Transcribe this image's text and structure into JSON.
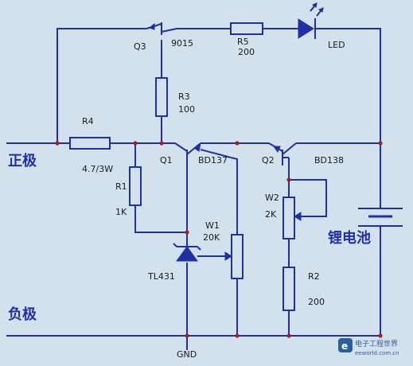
{
  "terminals": {
    "positive": "正极",
    "negative": "负极",
    "ground": "GND",
    "battery": "锂电池"
  },
  "components": {
    "q3": {
      "ref": "Q3",
      "part": "9015"
    },
    "r5": {
      "ref": "R5",
      "value": "200"
    },
    "led": {
      "ref": "LED"
    },
    "r3": {
      "ref": "R3",
      "value": "100"
    },
    "r4": {
      "ref": "R4",
      "value": "4.7/3W"
    },
    "q1": {
      "ref": "Q1",
      "part": "BD137"
    },
    "q2": {
      "ref": "Q2",
      "part": "BD138"
    },
    "r1": {
      "ref": "R1",
      "value": "1K"
    },
    "w2": {
      "ref": "W2",
      "value": "2K"
    },
    "w1": {
      "ref": "W1",
      "value": "20K"
    },
    "tl431": {
      "ref": "TL431"
    },
    "r2": {
      "ref": "R2",
      "value": "200"
    }
  },
  "watermark": {
    "brand": "电子工程世界",
    "site": "eeworld.com.cn"
  },
  "colors": {
    "background": "#d3e1ed",
    "wire": "#1f2fa8",
    "junction": "#a0241c"
  }
}
